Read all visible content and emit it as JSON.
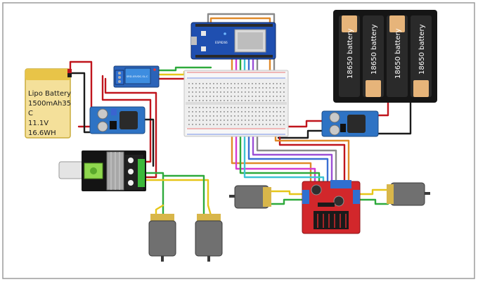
{
  "battery_label": {
    "line1": "Lipo Battery",
    "line2": "1500mAh35",
    "line3": "C",
    "line4": "11.1V",
    "line5": "16.6WH"
  },
  "cell_label": "18650 battery",
  "mcu_label": "ESP8266",
  "relay_label": "SRD-05VDC-SL-C",
  "colors": {
    "background": "#ffffff",
    "frame": "#9c9c9c",
    "wire_red": "#c0151d",
    "wire_black": "#1b1b1b",
    "wire_green": "#2eaa3c",
    "wire_yellow": "#e6c619",
    "wire_orange": "#e08a2a",
    "wire_magenta": "#d63bd0",
    "wire_blue": "#3a6fd3",
    "wire_cyan": "#3ec4d4",
    "wire_gray": "#8a8a8a",
    "nodemcu_blue": "#1f4fb0",
    "buck_blue": "#2e73c4",
    "motor_driver_red": "#d2272b",
    "lipo_yellow": "#f4e09a",
    "breadboard": "#eeeeee",
    "cell_copper": "#e6b47a"
  }
}
